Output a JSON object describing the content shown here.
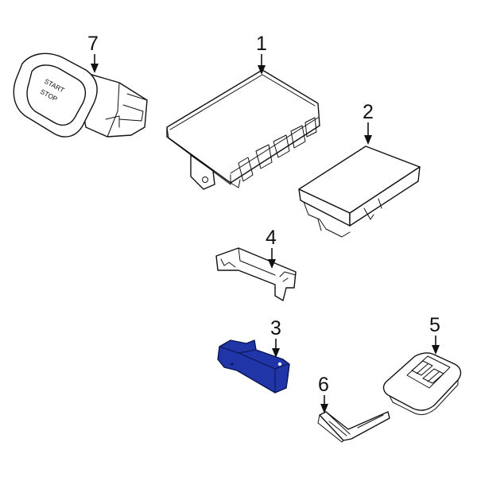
{
  "parts": [
    {
      "id": "part-1",
      "callout": "1",
      "kind": "control-module"
    },
    {
      "id": "part-2",
      "callout": "2",
      "kind": "receiver-module"
    },
    {
      "id": "part-3",
      "callout": "3",
      "kind": "antenna-highlighted",
      "highlight_color": "#1f35a8"
    },
    {
      "id": "part-4",
      "callout": "4",
      "kind": "bracket"
    },
    {
      "id": "part-5",
      "callout": "5",
      "kind": "key-fob"
    },
    {
      "id": "part-6",
      "callout": "6",
      "kind": "emergency-key-blade"
    },
    {
      "id": "part-7",
      "callout": "7",
      "kind": "push-button-switch",
      "button_text": [
        "START",
        "STOP"
      ]
    }
  ]
}
